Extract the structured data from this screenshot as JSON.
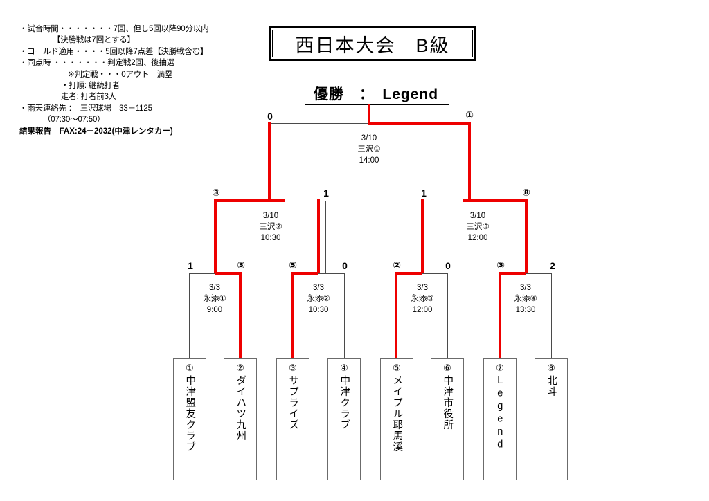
{
  "rules": {
    "lines": [
      {
        "text": "・試合時間・・・・・・・7回、但し5回以降90分以内",
        "align": "l",
        "indent": 0,
        "bold": false
      },
      {
        "text": "【決勝戦は7回とする】",
        "align": "l",
        "indent": 1,
        "bold": false
      },
      {
        "text": "・コールド適用・・・・5回以降7点差【決勝戦含む】",
        "align": "l",
        "indent": 0,
        "bold": false
      },
      {
        "text": "・同点時  ・・・・・・・判定戦2回、後抽選",
        "align": "l",
        "indent": 0,
        "bold": false
      },
      {
        "text": "※判定戦・・・0アウト　満塁",
        "align": "l",
        "indent": 2,
        "bold": false
      },
      {
        "text": "・打順: 継続打者",
        "align": "l",
        "indent": 3,
        "bold": false
      },
      {
        "text": "走者: 打者前3人",
        "align": "l",
        "indent": 3,
        "bold": false
      },
      {
        "text": "・雨天連絡先 ：　三沢球場　33－1125",
        "align": "l",
        "indent": 0,
        "bold": false
      },
      {
        "text": "（07:30～07:50）",
        "align": "l",
        "indent": 4,
        "bold": false
      },
      {
        "text": "結果報告　FAX:24－2032(中津レンタカー)",
        "align": "l",
        "indent": 0,
        "bold": true
      }
    ]
  },
  "title": {
    "text": "西日本大会　B級"
  },
  "champion": {
    "label": "優勝　：　Legend"
  },
  "colors": {
    "winner_path": "#ee0000",
    "line": "#4a4a4a",
    "box_border": "#6b6b6b"
  },
  "teams": [
    {
      "seed": "①",
      "name": "中津盟友クラブ",
      "latin": false
    },
    {
      "seed": "②",
      "name": "ダイハツ九州",
      "latin": false
    },
    {
      "seed": "③",
      "name": "サプライズ",
      "latin": false
    },
    {
      "seed": "④",
      "name": "中津クラブ",
      "latin": false
    },
    {
      "seed": "⑤",
      "name": "メイプル耶馬溪",
      "latin": false
    },
    {
      "seed": "⑥",
      "name": "中津市役所",
      "latin": false
    },
    {
      "seed": "⑦",
      "name": "Legend",
      "latin": true
    },
    {
      "seed": "⑧",
      "name": "北斗",
      "latin": false
    }
  ],
  "rounds": {
    "round1": {
      "matches": [
        {
          "date": "3/3",
          "venue": "永添①",
          "time": "9:00",
          "left_score": "1",
          "right_score": "③",
          "winner": "right"
        },
        {
          "date": "3/3",
          "venue": "永添②",
          "time": "10:30",
          "left_score": "⑤",
          "right_score": "0",
          "winner": "left"
        },
        {
          "date": "3/3",
          "venue": "永添③",
          "time": "12:00",
          "left_score": "②",
          "right_score": "0",
          "winner": "left"
        },
        {
          "date": "3/3",
          "venue": "永添④",
          "time": "13:30",
          "left_score": "③",
          "right_score": "2",
          "winner": "left"
        }
      ]
    },
    "semifinal": {
      "matches": [
        {
          "date": "3/10",
          "venue": "三沢②",
          "time": "10:30",
          "left_score": "③",
          "right_score": "1",
          "winner": "left"
        },
        {
          "date": "3/10",
          "venue": "三沢③",
          "time": "12:00",
          "left_score": "1",
          "right_score": "⑧",
          "winner": "right"
        }
      ]
    },
    "final": {
      "matches": [
        {
          "date": "3/10",
          "venue": "三沢①",
          "time": "14:00",
          "left_score": "0",
          "right_score": "①",
          "winner": "right"
        }
      ]
    }
  }
}
